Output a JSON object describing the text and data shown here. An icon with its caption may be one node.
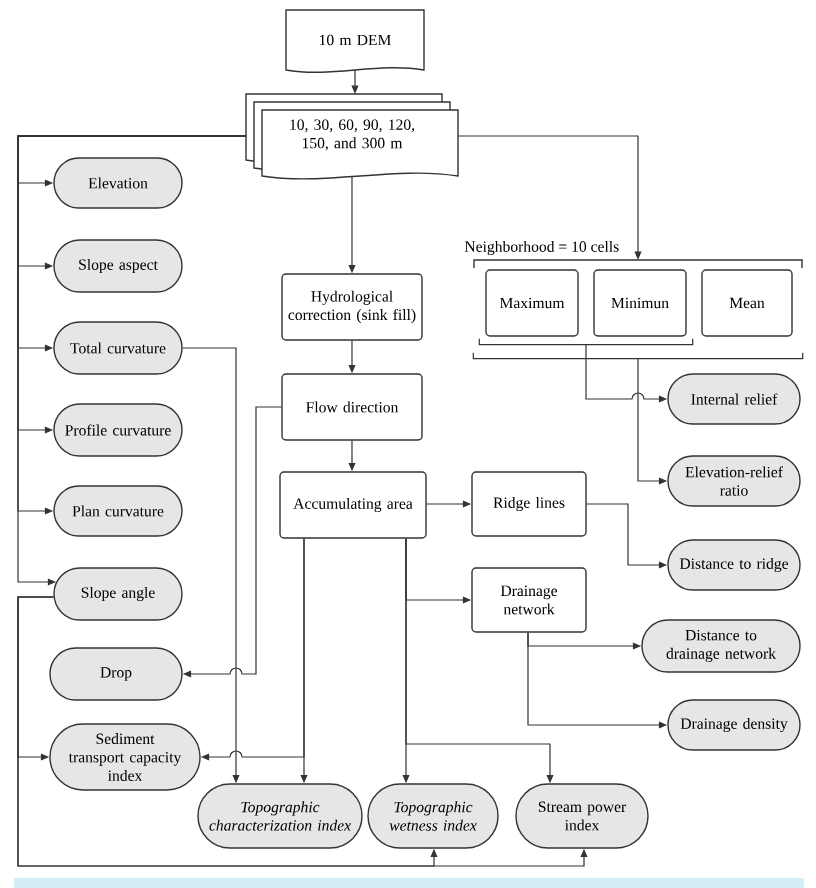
{
  "diagram": {
    "nodes": [
      {
        "text": [
          "10 m DEM"
        ]
      },
      {
        "text": [
          "10, 30, 60, 90, 120, 150, and 300 m"
        ]
      },
      {
        "text": [
          "Elevation"
        ]
      },
      {
        "text": [
          "Slope aspect"
        ]
      },
      {
        "text": [
          "Total curvature"
        ]
      },
      {
        "text": [
          "Profile curvature"
        ]
      },
      {
        "text": [
          "Plan curvature"
        ]
      },
      {
        "text": [
          "Slope angle"
        ]
      },
      {
        "text": [
          "Hydrological correction (sink fill)"
        ]
      },
      {
        "text": [
          "Flow direction"
        ]
      },
      {
        "text": [
          "Neighborhood = 10 cells"
        ]
      },
      {
        "text": [
          "Maximum"
        ]
      },
      {
        "text": [
          "Minimun"
        ]
      },
      {
        "text": [
          "Mean"
        ]
      },
      {
        "text": [
          "Internal relief"
        ]
      },
      {
        "text": [
          "Elevation-relief ratio"
        ]
      },
      {
        "text": [
          "Accumulating area"
        ]
      },
      {
        "text": [
          "Ridge lines"
        ]
      },
      {
        "text": [
          "Distance to ridge"
        ]
      },
      {
        "text": [
          "Drainage network"
        ]
      },
      {
        "text": [
          "Distance to drainage network"
        ]
      },
      {
        "text": [
          "Drainage density"
        ]
      },
      {
        "text": [
          "Drop"
        ]
      },
      {
        "text": [
          "Sediment transport capacity index"
        ]
      },
      {
        "text": [
          "Topographic characterization index"
        ]
      },
      {
        "text": [
          "Topographic wetness index"
        ]
      },
      {
        "text": [
          "Stream power index"
        ]
      }
    ],
    "edges": [
      {
        "from": 0,
        "to": 1,
        "arrow": "to"
      },
      {
        "from": 1,
        "to": 2,
        "arrow": "to"
      },
      {
        "from": 1,
        "to": 3,
        "arrow": "to"
      },
      {
        "from": 1,
        "to": 4,
        "arrow": "to"
      },
      {
        "from": 1,
        "to": 5,
        "arrow": "to"
      },
      {
        "from": 1,
        "to": 6,
        "arrow": "to"
      },
      {
        "from": 1,
        "to": 7,
        "arrow": "to"
      },
      {
        "from": 1,
        "to": 8,
        "arrow": "to"
      },
      {
        "from": 1,
        "to": 10,
        "arrow": "to"
      },
      {
        "from": 8,
        "to": 9,
        "arrow": "to"
      },
      {
        "from": 9,
        "to": 16,
        "arrow": "to"
      },
      {
        "from": 9,
        "to": 22,
        "arrow": "to"
      },
      {
        "from": 4,
        "to": 24,
        "arrow": "to"
      },
      {
        "from": 16,
        "to": 23,
        "arrow": "to"
      },
      {
        "from": 16,
        "to": 24,
        "arrow": "to"
      },
      {
        "from": 16,
        "to": 17,
        "arrow": "to"
      },
      {
        "from": 16,
        "to": 19,
        "arrow": "to"
      },
      {
        "from": 16,
        "to": 25,
        "arrow": "to"
      },
      {
        "from": 16,
        "to": 26,
        "arrow": "to"
      },
      {
        "from": 17,
        "to": 18,
        "arrow": "to"
      },
      {
        "from": 19,
        "to": 20,
        "arrow": "to"
      },
      {
        "from": 19,
        "to": 21,
        "arrow": "to"
      },
      {
        "from": 11,
        "to": 14,
        "arrow": "to"
      },
      {
        "from": 12,
        "to": 14,
        "arrow": "to"
      },
      {
        "from": 11,
        "to": 15,
        "arrow": "to"
      },
      {
        "from": 12,
        "to": 15,
        "arrow": "to"
      },
      {
        "from": 13,
        "to": 15,
        "arrow": "to"
      },
      {
        "from": 7,
        "to": 23,
        "arrow": "to"
      },
      {
        "from": 7,
        "to": 25,
        "arrow": "to"
      },
      {
        "from": 7,
        "to": 26,
        "arrow": "to"
      }
    ]
  }
}
